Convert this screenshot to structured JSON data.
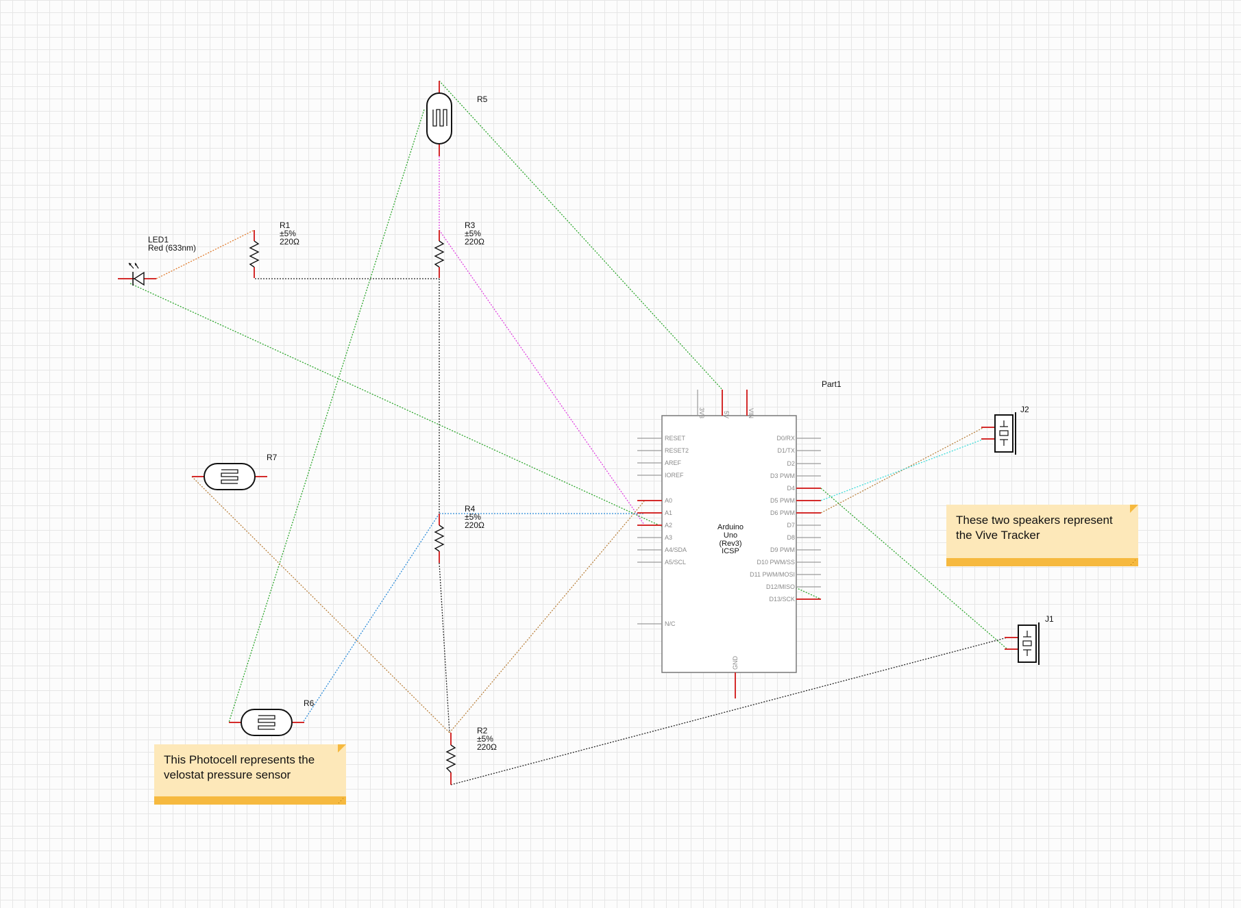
{
  "parts": {
    "led1": {
      "name": "LED1",
      "value": "Red (633nm)"
    },
    "r1": {
      "name": "R1",
      "tolerance": "±5%",
      "value": "220Ω"
    },
    "r3": {
      "name": "R3",
      "tolerance": "±5%",
      "value": "220Ω"
    },
    "r4": {
      "name": "R4",
      "tolerance": "±5%",
      "value": "220Ω"
    },
    "r2": {
      "name": "R2",
      "tolerance": "±5%",
      "value": "220Ω"
    },
    "r5": {
      "name": "R5"
    },
    "r6": {
      "name": "R6"
    },
    "r7": {
      "name": "R7"
    },
    "j1": {
      "name": "J1"
    },
    "j2": {
      "name": "J2"
    },
    "part1": {
      "name": "Part1"
    }
  },
  "arduino": {
    "title_lines": [
      "Arduino",
      "Uno",
      "(Rev3)",
      "ICSP"
    ],
    "top_pins": [
      "3V3",
      "5V",
      "VIN"
    ],
    "left_pins": [
      "RESET",
      "RESET2",
      "AREF",
      "IOREF",
      "A0",
      "A1",
      "A2",
      "A3",
      "A4/SDA",
      "A5/SCL",
      "N/C"
    ],
    "right_pins": [
      "D0/RX",
      "D1/TX",
      "D2",
      "D3 PWM",
      "D4",
      "D5 PWM",
      "D6 PWM",
      "D7",
      "D8",
      "D9 PWM",
      "D10 PWM/SS",
      "D11 PWM/MOSI",
      "D12/MISO",
      "D13/SCK"
    ],
    "bottom_pin": "GND"
  },
  "notes": {
    "speakers": "These two speakers represent the Vive Tracker",
    "photocell": "This Photocell represents the velostat pressure sensor"
  },
  "colors": {
    "pin_red": "#d42a2a",
    "wire_green": "#2aa52a",
    "wire_orange": "#e07a2c",
    "wire_pink": "#e040e0",
    "wire_blue": "#2a8ad8",
    "wire_brown": "#b9803c",
    "wire_cyan": "#3adbd8",
    "wire_black": "#222222",
    "note_bg": "#fde8b9",
    "note_bar": "#f6b93f"
  }
}
